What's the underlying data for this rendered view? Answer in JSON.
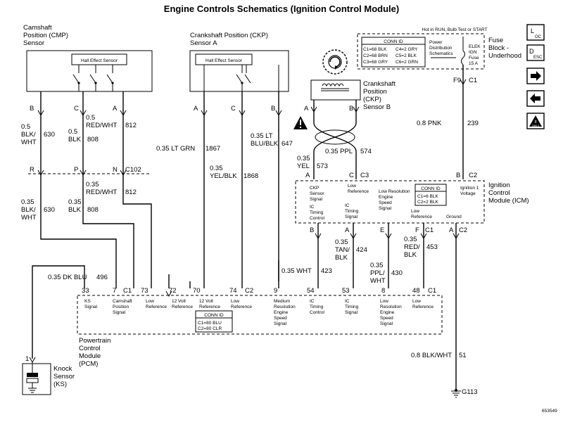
{
  "title": "Engine Controls Schematics (Ignition Control Module)",
  "cmp": {
    "label_1": "Camshaft",
    "label_2": "Position (CMP)",
    "label_3": "Sensor",
    "hall": "Hall Effect Sensor",
    "pins": [
      "B",
      "C",
      "A"
    ]
  },
  "ckp_a": {
    "label_1": "Crankshaft Position (CKP)",
    "label_2": "Sensor A",
    "hall": "Hall Effect Sensor",
    "pins": [
      "A",
      "C",
      "B"
    ]
  },
  "ckp_b": {
    "label_1": "Crankshaft",
    "label_2": "Position",
    "label_3": "(CKP)",
    "label_4": "Sensor B",
    "pin_a": "A",
    "pin_b": "B",
    "pin_a2": "A",
    "pin_c": "C",
    "conn_c3": "C3"
  },
  "fuse_block": {
    "hot": "Hot in RUN, Bulb Test or START",
    "conn_title": "CONN ID",
    "conn_1": "C1=68 BLK",
    "conn_2": "C2=68 BRN",
    "conn_3": "C3=68 GRY",
    "conn_4": "C4=2 GRY",
    "conn_5": "C5=2 BLK",
    "conn_6": "C6=2 GRN",
    "pds_1": "Power",
    "pds_2": "Distribution",
    "pds_3": "Schematics",
    "fuse_1": "ELEK",
    "fuse_2": "IGN",
    "fuse_3": "Fuse",
    "fuse_4": "15 A",
    "name_1": "Fuse",
    "name_2": "Block -",
    "name_3": "Underhood",
    "pin_f9": "F9",
    "pin_c1": "C1",
    "pin_b": "B",
    "pin_c2": "C2"
  },
  "nav": {
    "loc_1": "L",
    "loc_2": "OC",
    "desc_1": "D",
    "desc_2": "ESC",
    "obd_1": "II",
    "obd_2": "OBD II"
  },
  "wires": {
    "cmp_b_size": "0.5",
    "cmp_b_color_1": "BLK/",
    "cmp_b_color_2": "WHT",
    "cmp_b_circuit": "630",
    "cmp_c_size_1": "0.5",
    "cmp_c_color_1": "BLK",
    "cmp_c_circuit_1": "808",
    "cmp_a_size_1": "0.5",
    "cmp_a_color_1": "RED/WHT",
    "cmp_a_circuit_1": "812",
    "c102_r": "R",
    "c102_p": "P",
    "c102_n": "N",
    "c102": "C102",
    "b2_size": "0.35",
    "b2_color_1": "BLK/",
    "b2_color_2": "WHT",
    "b2_circuit": "630",
    "c2_size": "0.35",
    "c2_color": "BLK",
    "c2_circuit": "808",
    "a2_size": "0.35",
    "a2_color": "RED/WHT",
    "a2_circuit": "812",
    "ckpa_a": "0.35 LT GRN",
    "ckpa_a_circuit": "1867",
    "ckpa_c_size": "0.35",
    "ckpa_c_color": "YEL/BLK",
    "ckpa_c_circuit": "1868",
    "ckpa_b_size": "0.35 LT",
    "ckpa_b_color": "BLU/BLK",
    "ckpa_b_circuit": "647",
    "ppl": "0.35 PPL",
    "ppl_circuit": "574",
    "yel_size": "0.35",
    "yel_color": "YEL",
    "yel_circuit": "573",
    "pnk": "0.8 PNK",
    "pnk_circuit": "239",
    "tan_size": "0.35",
    "tan_color_1": "TAN/",
    "tan_color_2": "BLK",
    "tan_circuit": "424",
    "ppl_size": "0.35",
    "ppl_color_1": "PPL/",
    "ppl_color_2": "WHT",
    "pplwht_circuit": "430",
    "red_size": "0.35",
    "red_color_1": "RED/",
    "red_color_2": "BLK",
    "red_circuit": "453",
    "wht": "0.35 WHT",
    "wht_circuit": "423",
    "dkblu": "0.35 DK BLU",
    "dkblu_circuit": "496",
    "gnd": "0.8 BLK/WHT",
    "gnd_circuit": "51",
    "ground": "G113"
  },
  "icm": {
    "conn_title": "CONN ID",
    "conn_1": "C1=6 BLK",
    "conn_2": "C2=2 BLK",
    "name_1": "Ignition",
    "name_2": "Control",
    "name_3": "Module (ICM)",
    "ign_1": "Ignition 1",
    "ign_2": "Voltage",
    "ckp_1": "CKP",
    "ckp_2": "Sensor",
    "ckp_3": "Signal",
    "lowref_1": "Low",
    "lowref_2": "Reference",
    "lres_1": "Low Resolution",
    "lres_2": "Engine",
    "lres_3": "Speed",
    "lres_4": "Signal",
    "ict_1": "IC",
    "ict_2": "Timing",
    "ict_3": "Control",
    "its_1": "IC",
    "its_2": "Timing",
    "its_3": "Signal",
    "lr2_1": "Low",
    "lr2_2": "Reference",
    "ground": "Ground",
    "pins": [
      "B",
      "A",
      "E",
      "F",
      "C1",
      "A",
      "C2"
    ]
  },
  "pcm": {
    "pins": [
      "33",
      "7",
      "C1",
      "73",
      "72",
      "70",
      "74",
      "C2",
      "9",
      "54",
      "53",
      "8",
      "48",
      "C1"
    ],
    "ks_1": "KS",
    "ks_2": "Signal",
    "cam_1": "Camshaft",
    "cam_2": "Position",
    "cam_3": "Signal",
    "lr73_1": "Low",
    "lr73_2": "Reference",
    "v72_1": "12 Volt",
    "v72_2": "Reference",
    "v70_1": "12 Volt",
    "v70_2": "Reference",
    "lr74_1": "Low",
    "lr74_2": "Reference",
    "mr_1": "Medium",
    "mr_2": "Resolution",
    "mr_3": "Engine",
    "mr_4": "Speed",
    "mr_5": "Signal",
    "ict_1": "IC",
    "ict_2": "Timing",
    "ict_3": "Control",
    "its_1": "IC",
    "its_2": "Timing",
    "its_3": "Signal",
    "lres_1": "Low",
    "lres_2": "Resolution",
    "lres_3": "Engine",
    "lres_4": "Speed",
    "lres_5": "Signal",
    "lr48_1": "Low",
    "lr48_2": "Reference",
    "conn_title": "CONN ID",
    "conn_1": "C1=80 BLU",
    "conn_2": "C2=80 CLR",
    "name_1": "Powertrain",
    "name_2": "Control",
    "name_3": "Module",
    "name_4": "(PCM)"
  },
  "knock": {
    "pin": "1",
    "name_1": "Knock",
    "name_2": "Sensor",
    "name_3": "(KS)"
  },
  "figure_id": "653549"
}
